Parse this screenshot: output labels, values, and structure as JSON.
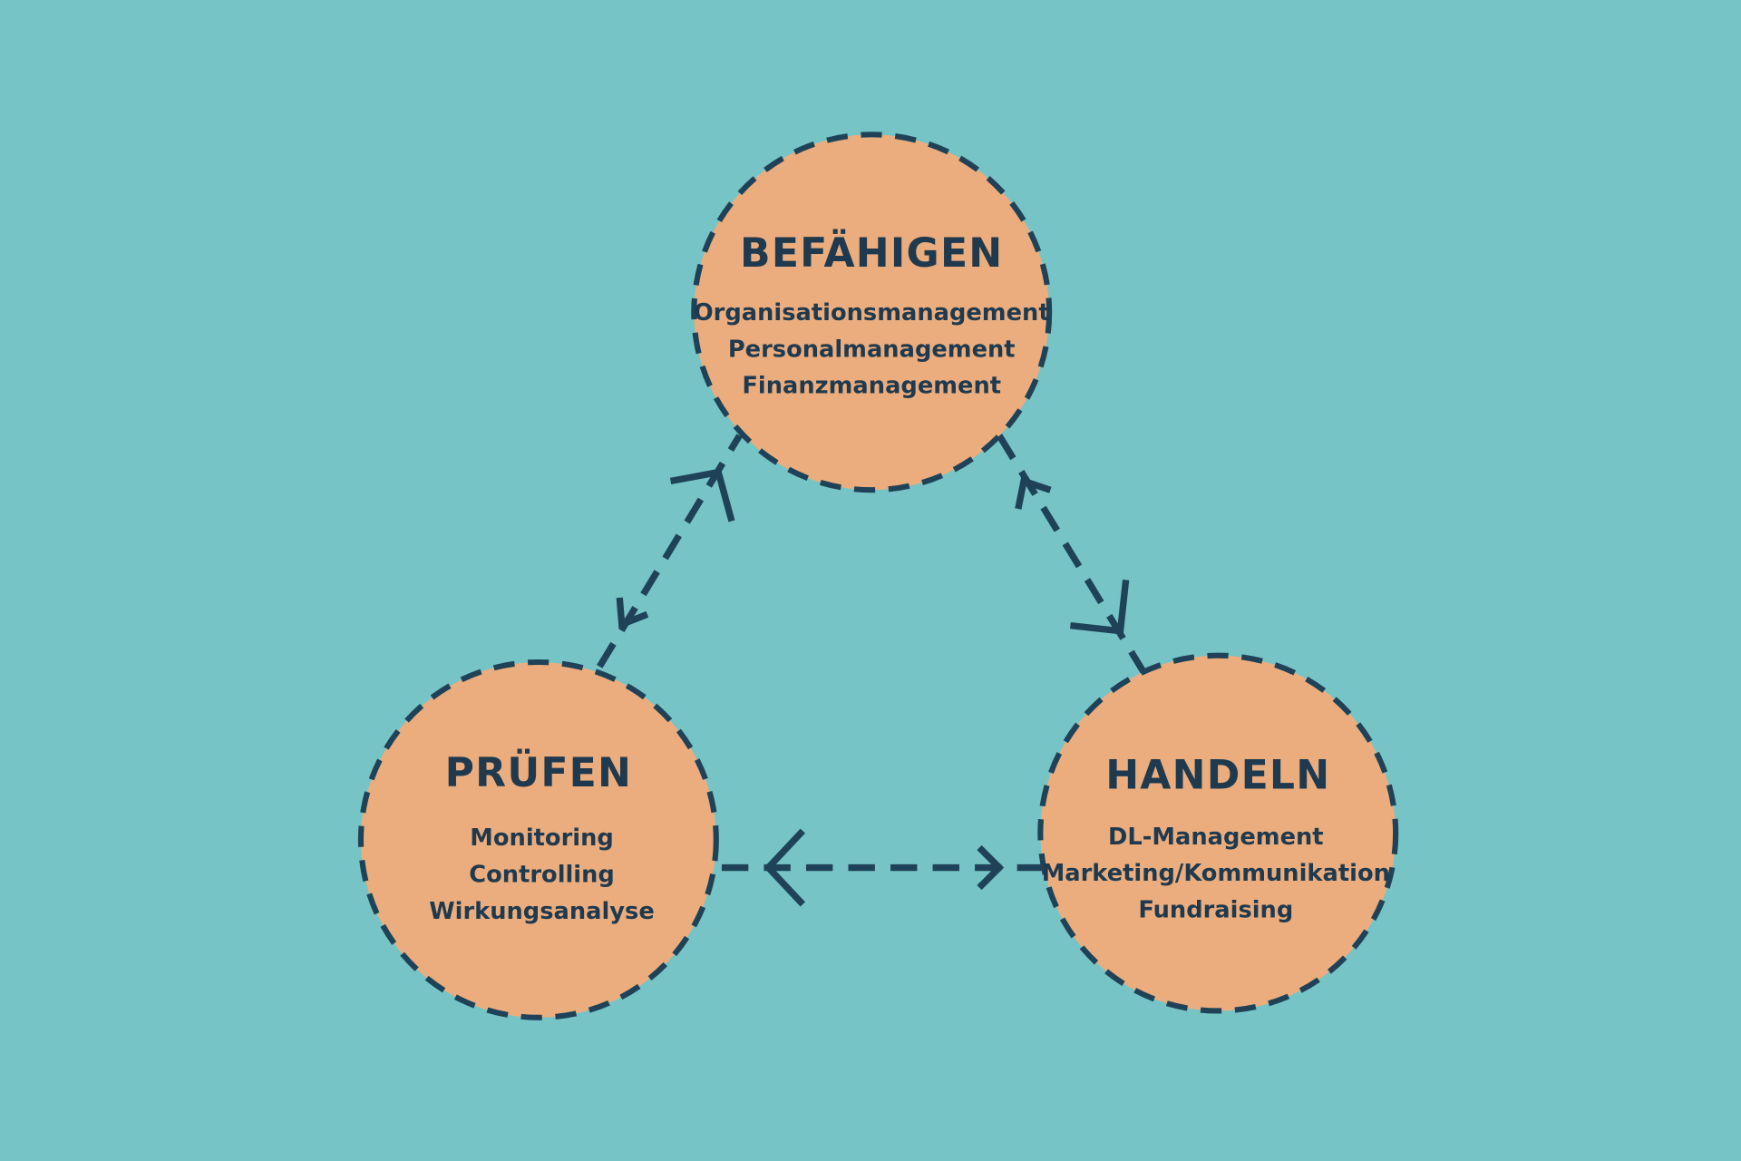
{
  "colors": {
    "background": "#76C4C6",
    "circle": "#EBAD7D",
    "ink": "#1F4258"
  },
  "nodes": {
    "top": {
      "title": "BEFÄHIGEN",
      "items": [
        "Organisationsmanagement",
        "Personalmanagement",
        "Finanzmanagement"
      ]
    },
    "left": {
      "title": "PRÜFEN",
      "items": [
        "Monitoring",
        "Controlling",
        "Wirkungsanalyse"
      ]
    },
    "right": {
      "title": "HANDELN",
      "items": [
        "DL-Management",
        "Marketing/Kommunikation",
        "Fundraising"
      ]
    }
  }
}
